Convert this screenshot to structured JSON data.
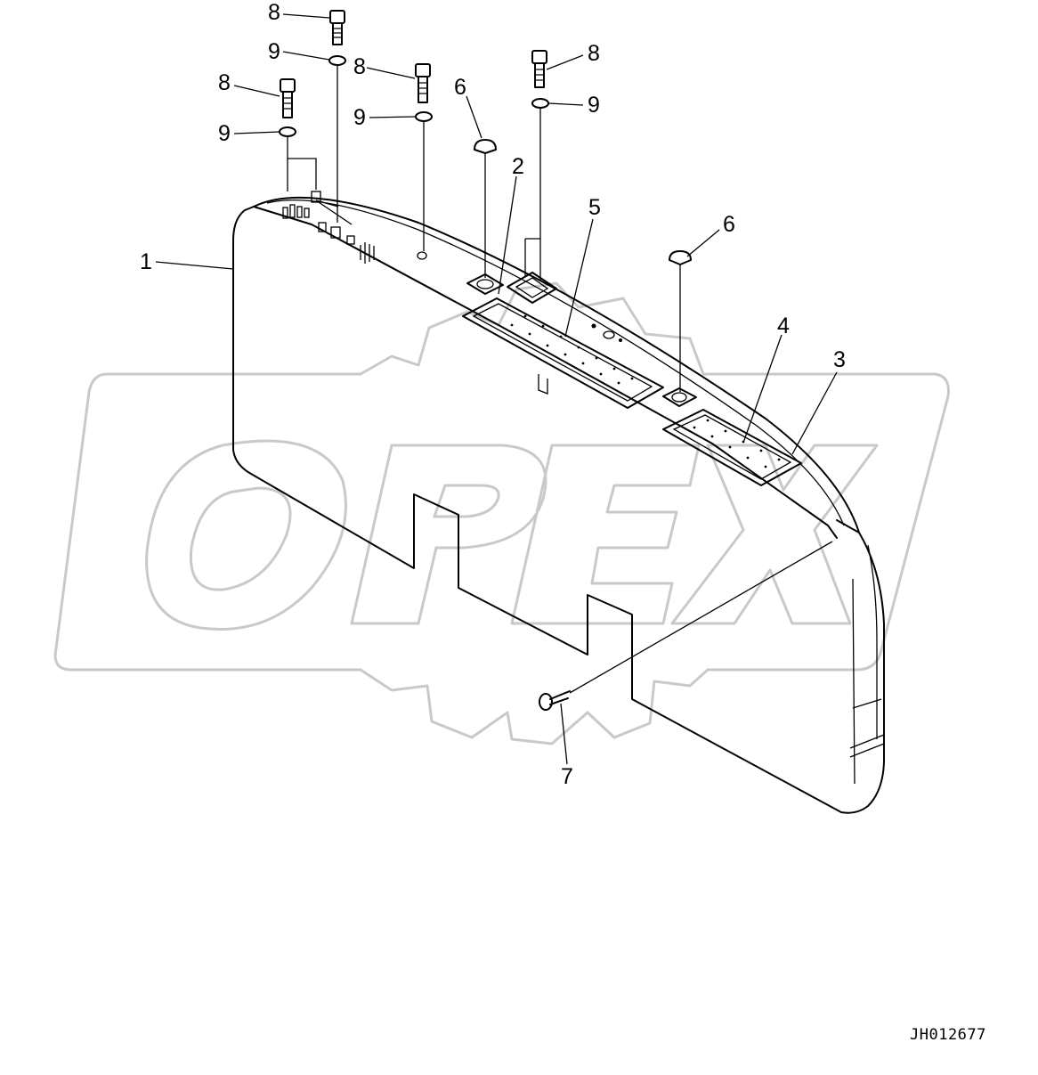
{
  "watermark": {
    "text": "OPEX",
    "color": "#c9c9c9"
  },
  "drawing_code": "JH012677",
  "callouts": [
    {
      "id": "c1",
      "label": "1",
      "part": "weight-body"
    },
    {
      "id": "c2",
      "label": "2",
      "part": "top-frame"
    },
    {
      "id": "c3",
      "label": "3",
      "part": "plate-frame-right"
    },
    {
      "id": "c4",
      "label": "4",
      "part": "anti-slip-plate-right"
    },
    {
      "id": "c5",
      "label": "5",
      "part": "anti-slip-plate-left"
    },
    {
      "id": "c6a",
      "label": "6",
      "part": "plug-left"
    },
    {
      "id": "c6b",
      "label": "6",
      "part": "plug-right"
    },
    {
      "id": "c7",
      "label": "7",
      "part": "rivet"
    },
    {
      "id": "c8a",
      "label": "8",
      "part": "bolt-top"
    },
    {
      "id": "c8b",
      "label": "8",
      "part": "bolt-left"
    },
    {
      "id": "c8c",
      "label": "8",
      "part": "bolt-middle"
    },
    {
      "id": "c8d",
      "label": "8",
      "part": "bolt-right"
    },
    {
      "id": "c9a",
      "label": "9",
      "part": "washer-top"
    },
    {
      "id": "c9b",
      "label": "9",
      "part": "washer-left"
    },
    {
      "id": "c9c",
      "label": "9",
      "part": "washer-middle"
    },
    {
      "id": "c9d",
      "label": "9",
      "part": "washer-right"
    }
  ]
}
